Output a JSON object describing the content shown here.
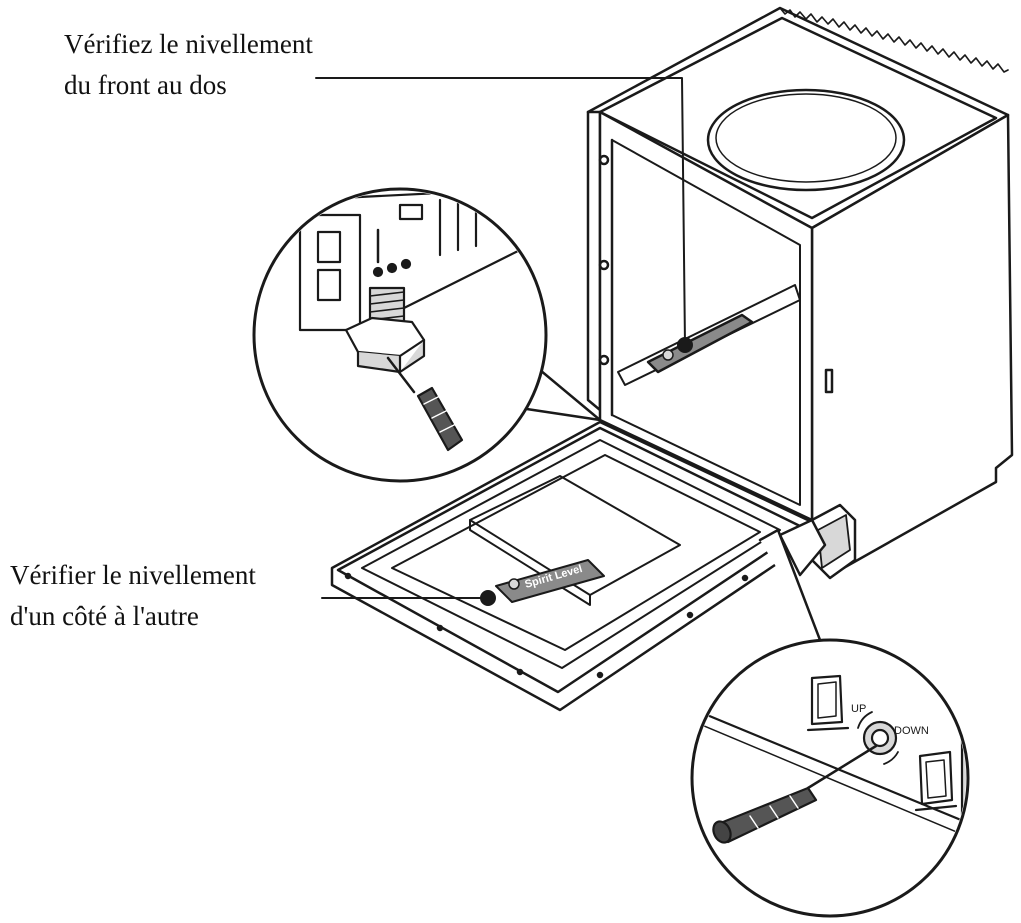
{
  "callouts": {
    "front_to_back": {
      "line1": "Vérifiez le nivellement",
      "line2": "du front au dos"
    },
    "side_to_side": {
      "line1": "Vérifier le nivellement",
      "line2": "d'un côté à l'autre"
    }
  },
  "labels": {
    "spirit_level": "Spirit Level",
    "up": "UP",
    "down": "DOWN"
  },
  "colors": {
    "line": "#1a1a1a",
    "fill": "#ffffff",
    "shade": "#d8d8d8",
    "level_bar": "#8a8a8a"
  }
}
